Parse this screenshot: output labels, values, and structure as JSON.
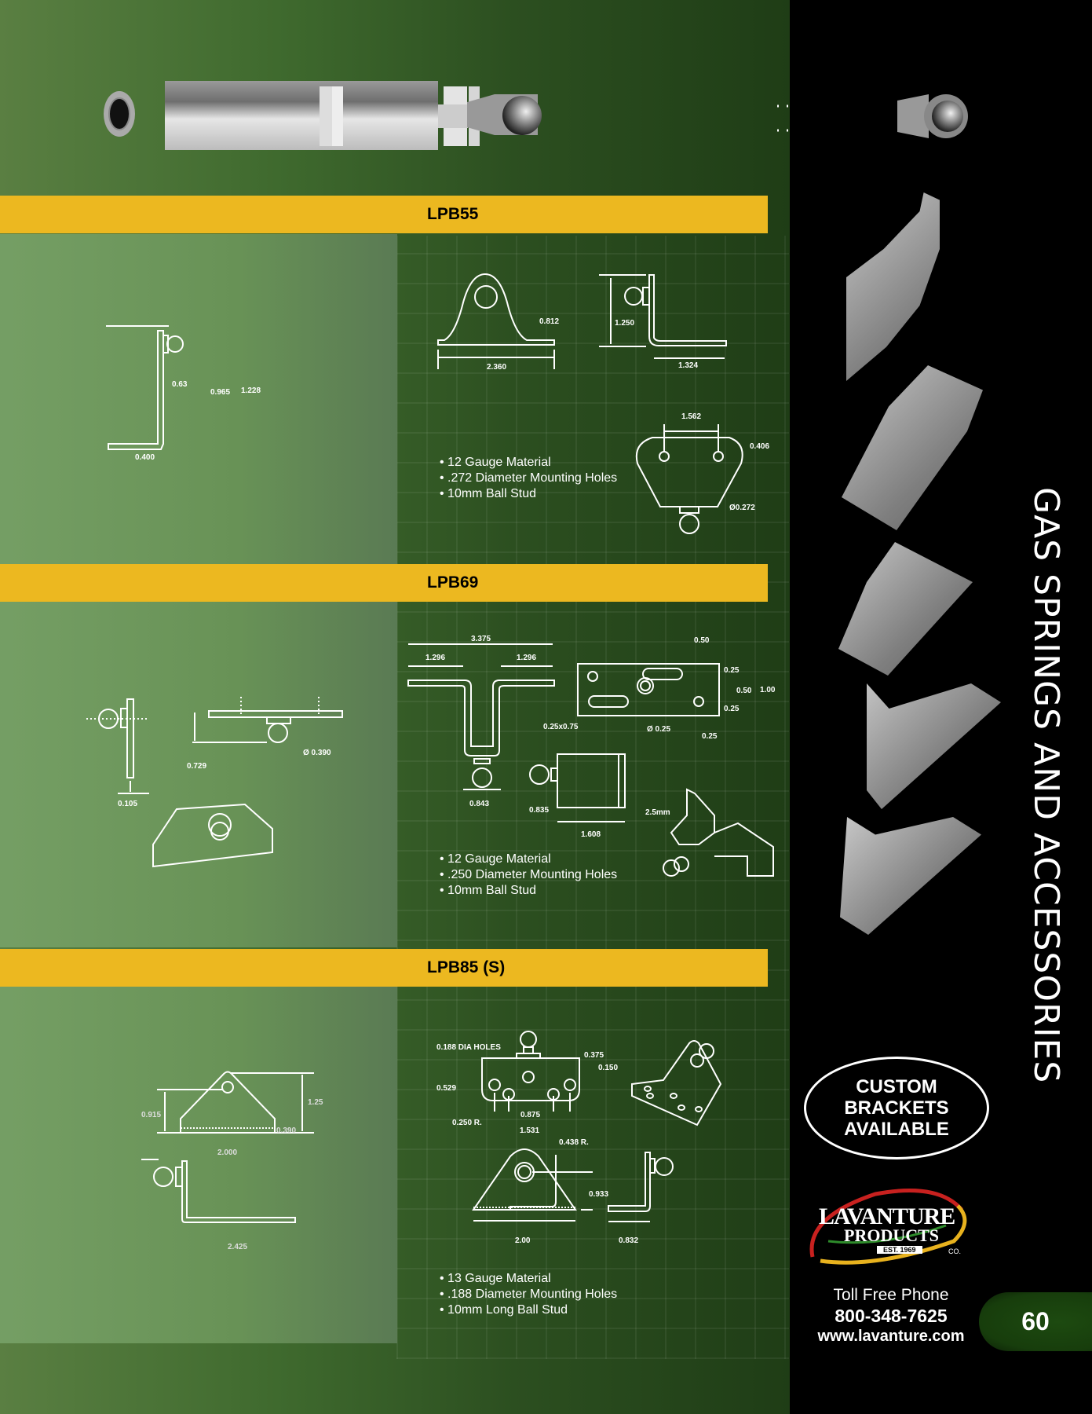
{
  "page": {
    "section_title": "GAS SPRINGS AND ACCESSORIES",
    "page_number": "60"
  },
  "products": [
    {
      "name": "LPB55",
      "specs": [
        "12 Gauge Material",
        ".272 Diameter Mounting Holes",
        "10mm Ball Stud"
      ],
      "dimensions": {
        "side_view": [
          "0.63",
          "0.965",
          "1.228",
          "0.400"
        ],
        "front_view": [
          "0.812",
          "2.360"
        ],
        "end_view": [
          "1.250",
          "1.324"
        ],
        "top_view": [
          "1.562",
          "0.406",
          "Ø0.272"
        ]
      }
    },
    {
      "name": "LPB69",
      "specs": [
        "12 Gauge Material",
        ".250 Diameter Mounting Holes",
        "10mm Ball Stud"
      ],
      "dimensions": {
        "side_view": [
          "0.105"
        ],
        "top_view": [
          "0.729",
          "Ø 0.390"
        ],
        "front_view": [
          "3.375",
          "1.296",
          "1.296",
          "0.843"
        ],
        "plate_view": [
          "0.50",
          "0.25",
          "0.50",
          "0.25",
          "1.00",
          "0.25",
          "0.25x0.75",
          "Ø 0.25"
        ],
        "end_view": [
          "0.835",
          "1.608",
          "2.5mm"
        ]
      }
    },
    {
      "name": "LPB85 (S)",
      "specs": [
        "13 Gauge Material",
        ".188 Diameter Mounting Holes",
        "10mm Long Ball Stud"
      ],
      "dimensions": {
        "left_plate": [
          "0.915",
          "1.25",
          "0.390",
          "2.000"
        ],
        "left_side": [
          "2.425"
        ],
        "hole_view": [
          "0.188 DIA HOLES",
          "0.375",
          "0.150",
          "0.529",
          "0.875",
          "0.250 R.",
          "1.531"
        ],
        "front_view": [
          "0.438 R.",
          "0.933",
          "2.00"
        ],
        "side_view": [
          "0.832"
        ]
      }
    }
  ],
  "sidebar": {
    "badge_lines": [
      "CUSTOM",
      "BRACKETS",
      "AVAILABLE"
    ],
    "logo": {
      "line1": "LAVANTURE",
      "line2": "PRODUCTS",
      "est": "EST. 1969",
      "co": "CO."
    },
    "contact": {
      "label": "Toll Free Phone",
      "phone": "800-348-7625",
      "website": "www.lavanture.com"
    }
  },
  "colors": {
    "header_bar": "#ecb820",
    "background_green": "#2c4f20",
    "sidebar": "#000000"
  }
}
